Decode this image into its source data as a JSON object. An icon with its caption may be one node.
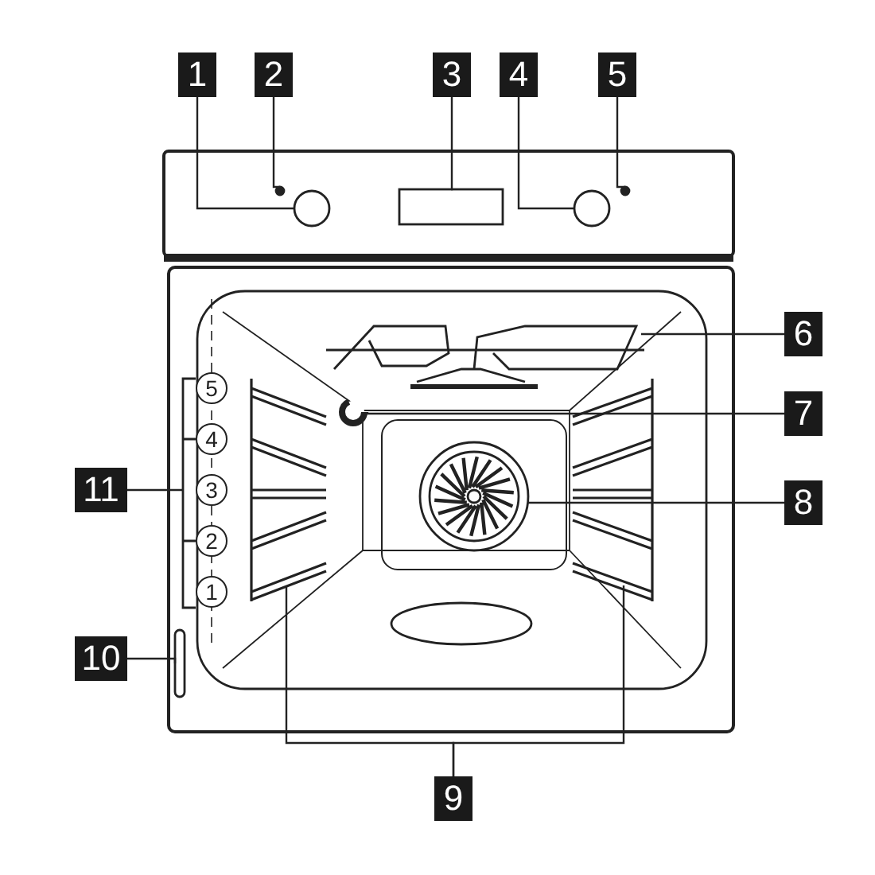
{
  "diagram": {
    "nodes": [
      {
        "text": [
          "1"
        ]
      },
      {
        "text": [
          "2"
        ]
      },
      {
        "text": [
          "3"
        ]
      },
      {
        "text": [
          "4"
        ]
      },
      {
        "text": [
          "5"
        ]
      },
      {
        "text": [
          "6"
        ]
      },
      {
        "text": [
          "7"
        ]
      },
      {
        "text": [
          "11"
        ]
      },
      {
        "text": [
          "8"
        ]
      },
      {
        "text": [
          "10"
        ]
      },
      {
        "text": [
          "9"
        ]
      },
      {
        "text": [
          "5"
        ]
      },
      {
        "text": [
          "4"
        ]
      },
      {
        "text": [
          "3"
        ]
      },
      {
        "text": [
          "2"
        ]
      },
      {
        "text": [
          "1"
        ]
      },
      {
        "text": [],
        "shape": "circle"
      },
      {
        "text": [],
        "shape": "circle"
      },
      {
        "text": [],
        "shape": "box"
      },
      {
        "text": [],
        "shape": "circle"
      },
      {
        "text": [],
        "shape": "circle"
      },
      {
        "text": [],
        "shape": "coil"
      },
      {
        "text": [],
        "shape": "circle"
      },
      {
        "text": [],
        "shape": "fan"
      },
      {
        "text": [],
        "shape": "bracket"
      },
      {
        "text": [],
        "shape": "bar"
      },
      {
        "text": [],
        "shape": "rack"
      },
      {
        "text": [],
        "shape": "rack"
      }
    ],
    "edges": [
      {
        "from": 0,
        "to": 16,
        "arrow": "none"
      },
      {
        "from": 1,
        "to": 17,
        "arrow": "none"
      },
      {
        "from": 2,
        "to": 18,
        "arrow": "none"
      },
      {
        "from": 3,
        "to": 19,
        "arrow": "none"
      },
      {
        "from": 4,
        "to": 20,
        "arrow": "none"
      },
      {
        "from": 5,
        "to": 21,
        "arrow": "none"
      },
      {
        "from": 6,
        "to": 22,
        "arrow": "none"
      },
      {
        "from": 8,
        "to": 23,
        "arrow": "none"
      },
      {
        "from": 7,
        "to": 24,
        "arrow": "none"
      },
      {
        "from": 9,
        "to": 25,
        "arrow": "none"
      },
      {
        "from": 10,
        "to": 26,
        "arrow": "none"
      },
      {
        "from": 10,
        "to": 27,
        "arrow": "none"
      }
    ]
  }
}
